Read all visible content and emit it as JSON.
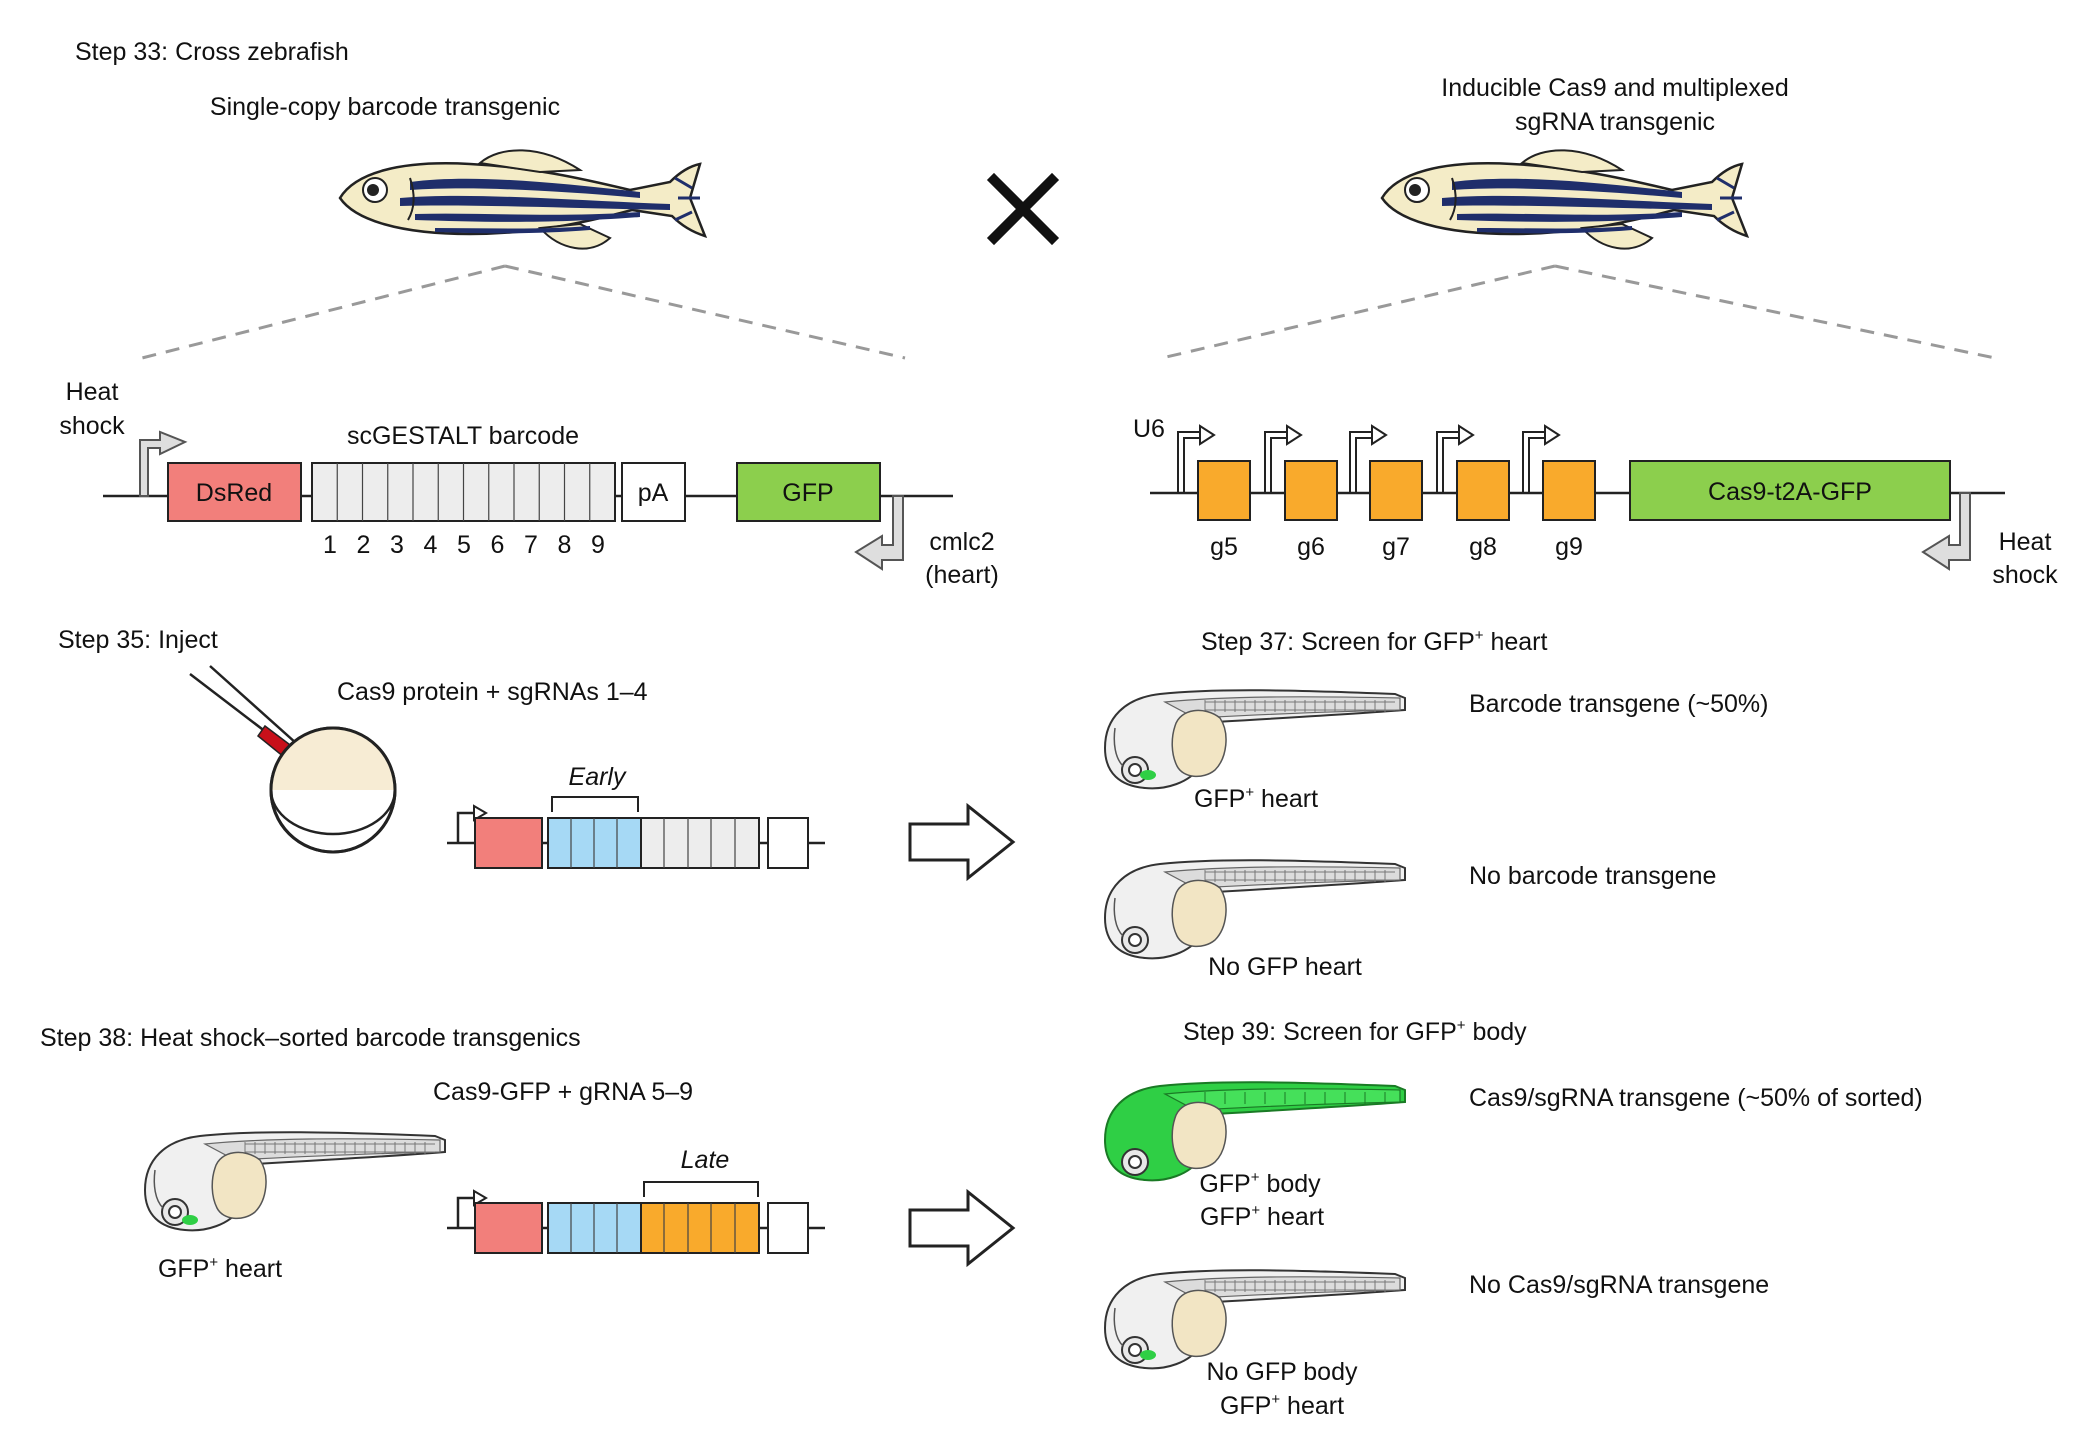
{
  "step33": {
    "title": "Step 33: Cross zebrafish",
    "left_fish_label": "Single-copy barcode transgenic",
    "right_fish_label_line1": "Inducible Cas9 and multiplexed",
    "right_fish_label_line2": "sgRNA transgenic",
    "cross_symbol": "×"
  },
  "barcode_construct": {
    "heat_shock_line1": "Heat",
    "heat_shock_line2": "shock",
    "barcode_title": "scGESTALT barcode",
    "dsred": "DsRed",
    "pa": "pA",
    "gfp": "GFP",
    "positions": [
      "1",
      "2",
      "3",
      "4",
      "5",
      "6",
      "7",
      "8",
      "9"
    ],
    "promoter_line1": "cmlc2",
    "promoter_line2": "(heart)",
    "colors": {
      "dsred": "#f27f7b",
      "barcode": "#ededed",
      "gfp": "#8ccf4d"
    }
  },
  "cas9_construct": {
    "u6": "U6",
    "guides": [
      "g5",
      "g6",
      "g7",
      "g8",
      "g9"
    ],
    "cas9": "Cas9-t2A-GFP",
    "heat_shock_line1": "Heat",
    "heat_shock_line2": "shock",
    "colors": {
      "guide": "#f9aa2c",
      "cas9": "#8ccf4d"
    }
  },
  "step35": {
    "title": "Step 35: Inject",
    "reagents": "Cas9 protein + sgRNAs 1–4",
    "early_label": "Early",
    "colors": {
      "edited": "#a6d9f5"
    }
  },
  "step37": {
    "title_prefix": "Step 37: Screen for GFP",
    "title_sup": "+",
    "title_suffix": " heart",
    "larva1_prefix": "GFP",
    "larva1_sup": "+",
    "larva1_suffix": " heart",
    "larva1_result": "Barcode transgene (~50%)",
    "larva2_label": "No GFP heart",
    "larva2_result": "No barcode transgene"
  },
  "step38": {
    "title": "Step 38: Heat shock–sorted barcode transgenics",
    "reagents": "Cas9-GFP + gRNA 5–9",
    "late_label": "Late",
    "larva_prefix": "GFP",
    "larva_sup": "+",
    "larva_suffix": " heart",
    "colors": {
      "late": "#f9aa2c"
    }
  },
  "step39": {
    "title_prefix": "Step 39: Screen for GFP",
    "title_sup": "+",
    "title_suffix": " body",
    "larva1_line1_prefix": "GFP",
    "larva1_line1_sup": "+",
    "larva1_line1_suffix": " body",
    "larva1_line2_prefix": "GFP",
    "larva1_line2_sup": "+",
    "larva1_line2_suffix": " heart",
    "larva1_result": "Cas9/sgRNA transgene (~50% of sorted)",
    "larva2_line1": "No GFP body",
    "larva2_line2_prefix": "GFP",
    "larva2_line2_sup": "+",
    "larva2_line2_suffix": " heart",
    "larva2_result": "No Cas9/sgRNA transgene"
  }
}
